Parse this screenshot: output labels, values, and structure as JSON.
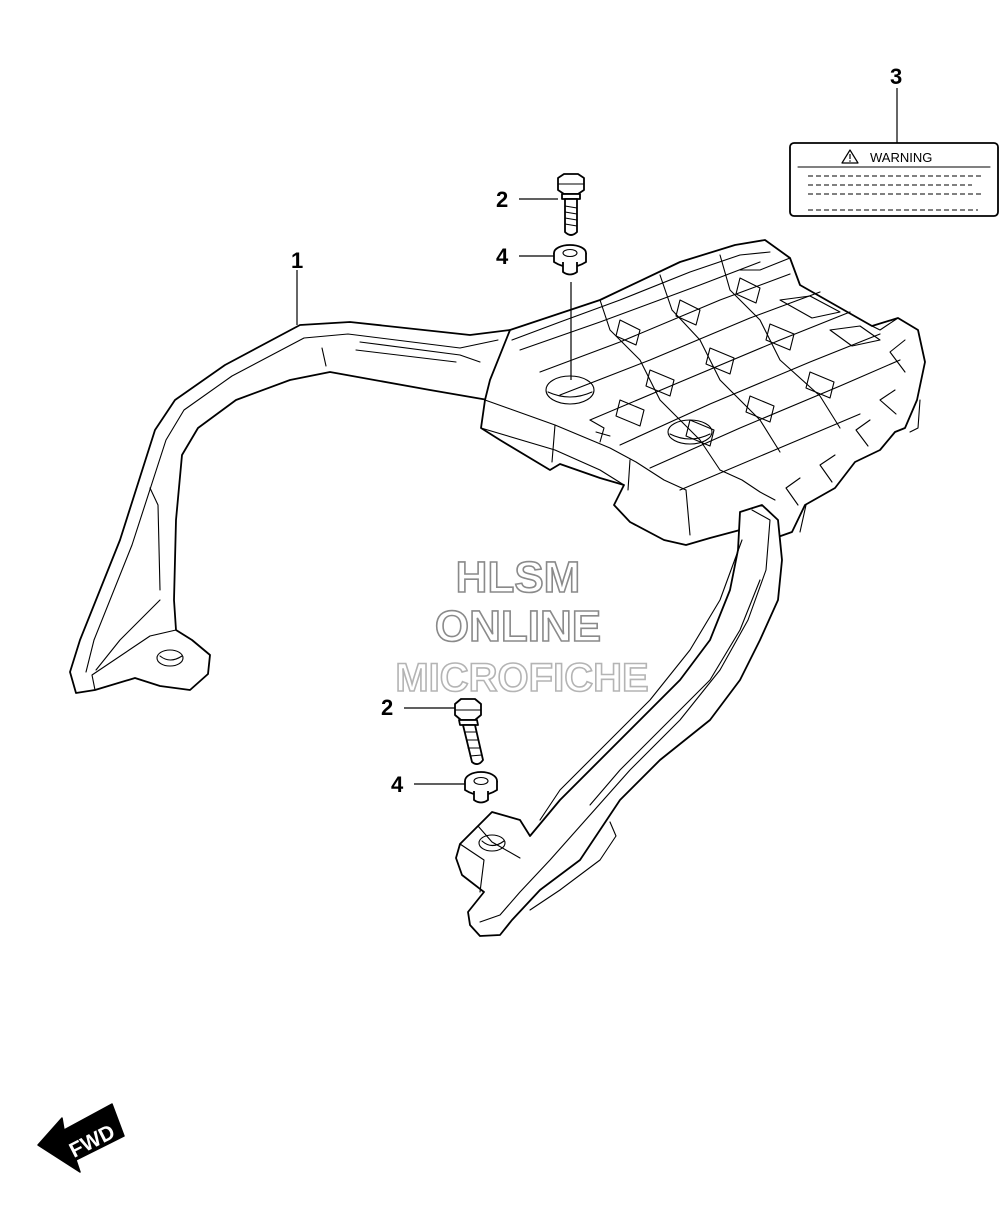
{
  "callouts": [
    {
      "id": "grab-rail",
      "number": "1"
    },
    {
      "id": "bolt-upper",
      "number": "2"
    },
    {
      "id": "bolt-lower",
      "number": "2"
    },
    {
      "id": "warning-label",
      "number": "3"
    },
    {
      "id": "washer-upper",
      "number": "4"
    },
    {
      "id": "washer-lower",
      "number": "4"
    }
  ],
  "warning_label": {
    "text": "WARNING",
    "icon": "warning-triangle-icon"
  },
  "watermark": {
    "line1": "HLSM",
    "line2": "ONLINE",
    "line3": "MICROFICHE"
  },
  "direction_indicator": {
    "text": "FWD",
    "icon": "forward-arrow-icon"
  }
}
